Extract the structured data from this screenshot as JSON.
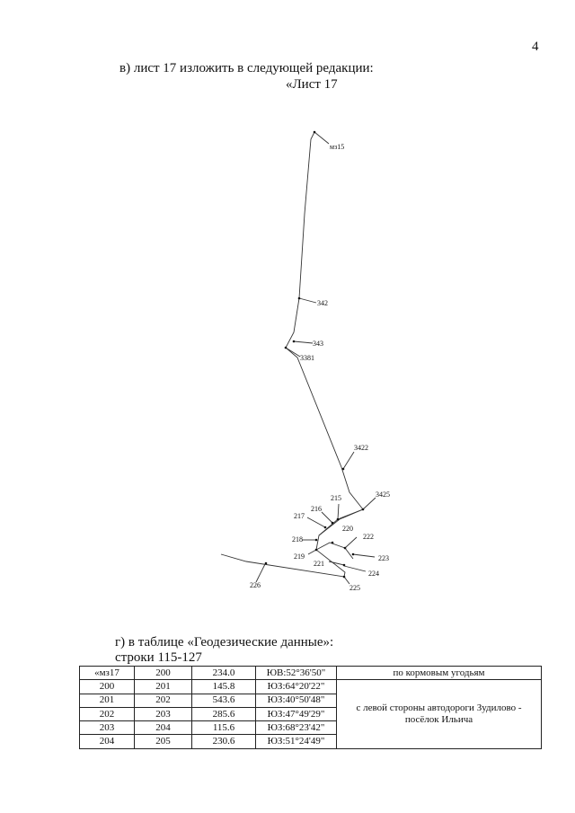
{
  "page_number": "4",
  "heading_v": "в) лист 17 изложить в следующей редакции:",
  "sheet_title": "«Лист 17",
  "map_labels": {
    "ms15": "мз15",
    "p342": "342",
    "p343": "343",
    "p3381": "3381",
    "p3422": "3422",
    "p3425": "3425",
    "p215": "215",
    "p216": "216",
    "p217": "217",
    "p220": "220",
    "p222": "222",
    "p218": "218",
    "p223": "223",
    "p219": "219",
    "p221": "221",
    "p224": "224",
    "p225": "225",
    "p226": "226"
  },
  "heading_g": "г) в таблице «Геодезические данные»:",
  "rows_ref": "строки 115-127",
  "table": {
    "rows": [
      [
        "«мз17",
        "200",
        "234.0",
        "ЮВ:52°36'50\""
      ],
      [
        "200",
        "201",
        "145.8",
        "ЮЗ:64°20'22\""
      ],
      [
        "201",
        "202",
        "543.6",
        "ЮЗ:40°50'48\""
      ],
      [
        "202",
        "203",
        "285.6",
        "ЮЗ:47°49'29\""
      ],
      [
        "203",
        "204",
        "115.6",
        "ЮЗ:68°23'42\""
      ],
      [
        "204",
        "205",
        "230.6",
        "ЮЗ:51°24'49\""
      ]
    ],
    "note_top": "по кормовым угодьям",
    "note_main": "с левой стороны автодороги Зудилово - посёлок Ильича"
  }
}
